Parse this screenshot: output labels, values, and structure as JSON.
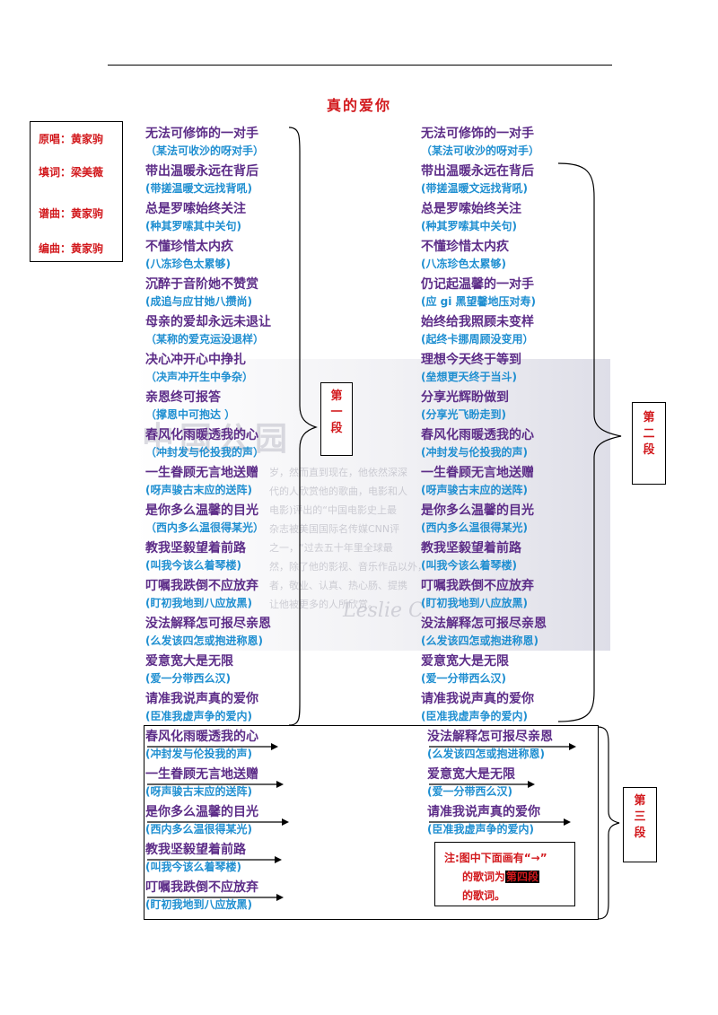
{
  "title": "真的爱你",
  "credits": [
    "原唱：黄家驹",
    "填词：梁美薇",
    "谱曲：黄家驹",
    "编曲：黄家驹"
  ],
  "section_labels": {
    "first": [
      "第",
      "一",
      "段"
    ],
    "second": [
      "第",
      "二",
      "段"
    ],
    "third": [
      "第",
      "三",
      "段"
    ]
  },
  "col1": [
    " 无法可修饰的一对手",
    "（某法可收沙的呀对手）",
    "带出温暖永远在背后",
    "(带搓温暖文远找背吼)",
    "总是罗嗦始终关注",
    "(种其罗嗦其中关句)",
    "不懂珍惜太内疚",
    "(八冻珍色太累够)",
    "沉醉于音阶她不赞赏",
    "(成追与应甘她八攒尚)",
    "母亲的爱却永远未退让",
    " （某称的爱克运没退样）",
    "决心冲开心中挣扎",
    " （决声冲开生中争杂）",
    "亲恩终可报答",
    " （撑恩中可抱达 ）",
    "春风化雨暖透我的心",
    " （冲封发与伦投我的声）",
    "一生眷顾无言地送赠",
    "(呀声骏古末应的送阵)",
    "是你多么温馨的目光",
    " （西内多么温很得某光）",
    "教我坚毅望着前路",
    "(叫我今该么着琴楼)",
    "叮嘱我跌倒不应放弃",
    "(盯初我地到八应放黑)",
    "没法解释怎可报尽亲恩",
    "(么发该四怎或抱进称恩)",
    "爱意宽大是无限",
    "(爱一分带西么汉)",
    "请准我说声真的爱你",
    "(臣准我虚声争的爱内)"
  ],
  "col2": [
    "无法可修饰的一对手",
    "（某法可收沙的呀对手）",
    "带出温暖永远在背后",
    "(带搓温暖文远找背吼)",
    "总是罗嗦始终关注",
    "(种其罗嗦其中关句)",
    "不懂珍惜太内疚",
    "(八冻珍色太累够)",
    "仍记起温馨的一对手",
    "(应 gi 黑望馨地压对寿)",
    "始终给我照顾未变样",
    "(起终卡挪周顾没变用）",
    "理想今天终于等到",
    "(垒想更天终于当斗)",
    "分享光辉盼做到",
    "(分享光飞盼走到)",
    "春风化雨暖透我的心",
    " (冲封发与伦投我的声)",
    "一生眷顾无言地送赠",
    "(呀声骏古末应的送阵)",
    "是你多么温馨的目光",
    " (西内多么温很得某光)",
    "教我坚毅望着前路",
    "(叫我今该么着琴楼)",
    "叮嘱我跌倒不应放弃",
    "(盯初我地到八应放黑)",
    "没法解释怎可报尽亲恩",
    "(么发该四怎或抱进称恩)",
    "爱意宽大是无限",
    " (爱一分带西么汉)",
    "请准我说声真的爱你",
    "(臣准我虚声争的爱内)"
  ],
  "sec3_left": [
    "春风化雨暖透我的心",
    "  (冲封发与伦投我的声)",
    "一生眷顾无言地送赠",
    "  (呀声骏古末应的送阵)",
    "是你多么温馨的目光",
    "  (西内多么温很得某光)",
    "教我坚毅望着前路",
    "(叫我今该么着琴楼)",
    "叮嘱我跌倒不应放弃",
    "  (盯初我地到八应放黑)"
  ],
  "sec3_right": [
    "没法解释怎可报尽亲恩",
    "(么发该四怎或抱进称恩)",
    "爱意宽大是无限",
    "(爱一分带西么汉)",
    "请准我说声真的爱你",
    "(臣准我虚声争的爱内)"
  ],
  "note": {
    "l1": "注:图中下面画有“→”",
    "l2a": "的歌词为",
    "l2b": "第四段",
    "l3": "的歌词。"
  },
  "watermark": {
    "big": "中国公园",
    "script": "Leslie C",
    "lines": [
      "岁，然而直到现在，他依然深深",
      "代的人欣赏他的歌曲，电影和人",
      "电影)评出的“中国电影史上最",
      "杂志被美国国际名传媒CNN评",
      "之一，“过去五十年里全球最",
      "然，除了他的影视、音乐作品以外，",
      "者，敬业、认真、热心肠、提携",
      "让他被更多的人所欣赏。"
    ]
  },
  "colors": {
    "lyric": "#5d2d88",
    "romanization": "#1f8fd1",
    "accent_red": "#d2191d"
  }
}
